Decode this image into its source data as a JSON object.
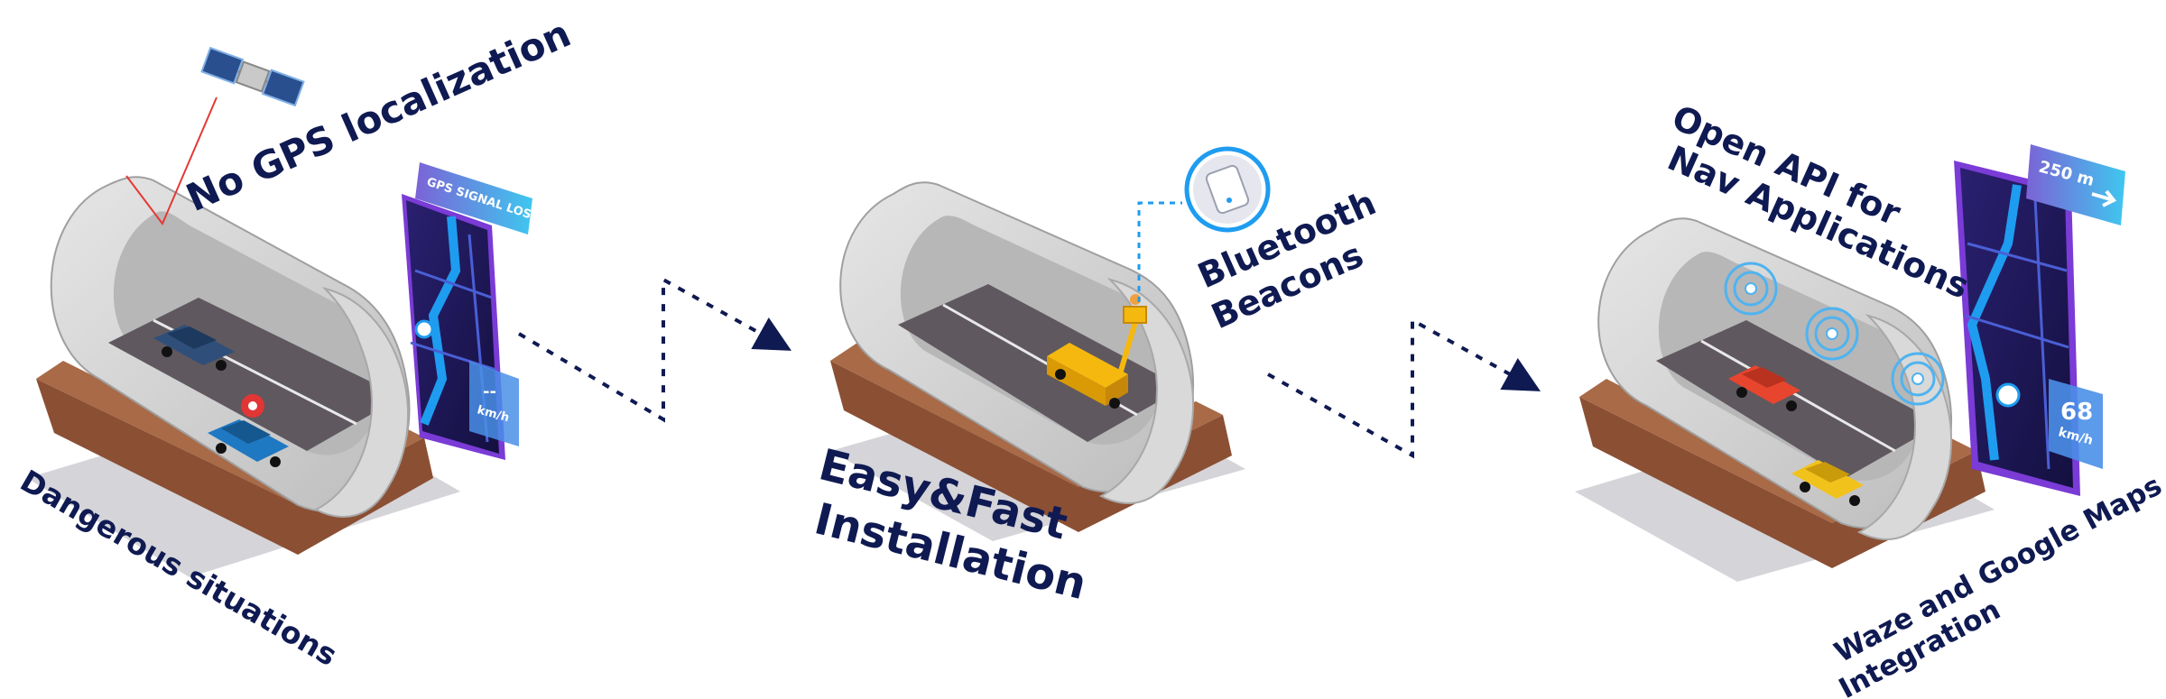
{
  "captions": {
    "no_gps": "No GPS localization",
    "gps_lost": "GPS SIGNAL LOST",
    "dangerous": "Dangerous situations",
    "speed_unknown_value": "--",
    "speed_unit": "km/h",
    "bluetooth_line1": "Bluetooth",
    "bluetooth_line2": "Beacons",
    "easy_line1": "Easy&Fast",
    "easy_line2": "Installation",
    "open_api_line1": "Open API for",
    "open_api_line2": "Nav Applications",
    "distance": "250 m",
    "speed_value": "68",
    "waze_line1": "Waze and Google Maps",
    "waze_line2": "Integration"
  },
  "colors": {
    "navy_text": "#0f1a52",
    "tunnel_gray": "#d6d6d6",
    "road": "#5f585f",
    "base_wood": "#8b4f33",
    "phone_bg": "#1c1750",
    "accent_blue": "#1e9cf0",
    "beacon_ring": "#4fb3f0"
  },
  "icons": [
    "satellite-icon",
    "car-icon",
    "alert-icon",
    "truck-icon",
    "beacon-icon",
    "arrow-right-icon",
    "phone-icon"
  ]
}
